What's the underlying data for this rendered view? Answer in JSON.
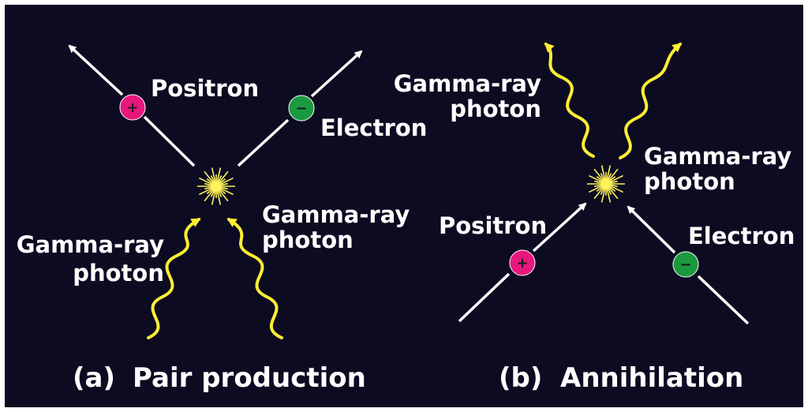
{
  "colors": {
    "background": "#0c0b22",
    "text": "#ffffff",
    "arrow": "#ffffff",
    "photon": "#ffee33",
    "positron": "#e8177d",
    "electron": "#1a9a3e",
    "burst": "#fff35a"
  },
  "panel_a": {
    "caption_letter": "(a)",
    "caption_title": "Pair production",
    "positron_label": "Positron",
    "electron_label": "Electron",
    "photon_label_left": [
      "Gamma-ray",
      "photon"
    ],
    "photon_label_right": [
      "Gamma-ray",
      "photon"
    ],
    "positron_sign": "+",
    "electron_sign": "−"
  },
  "panel_b": {
    "caption_letter": "(b)",
    "caption_title": "Annihilation",
    "positron_label": "Positron",
    "electron_label": "Electron",
    "photon_label_left": [
      "Gamma-ray",
      "photon"
    ],
    "photon_label_right": [
      "Gamma-ray",
      "photon"
    ],
    "positron_sign": "+",
    "electron_sign": "−"
  }
}
